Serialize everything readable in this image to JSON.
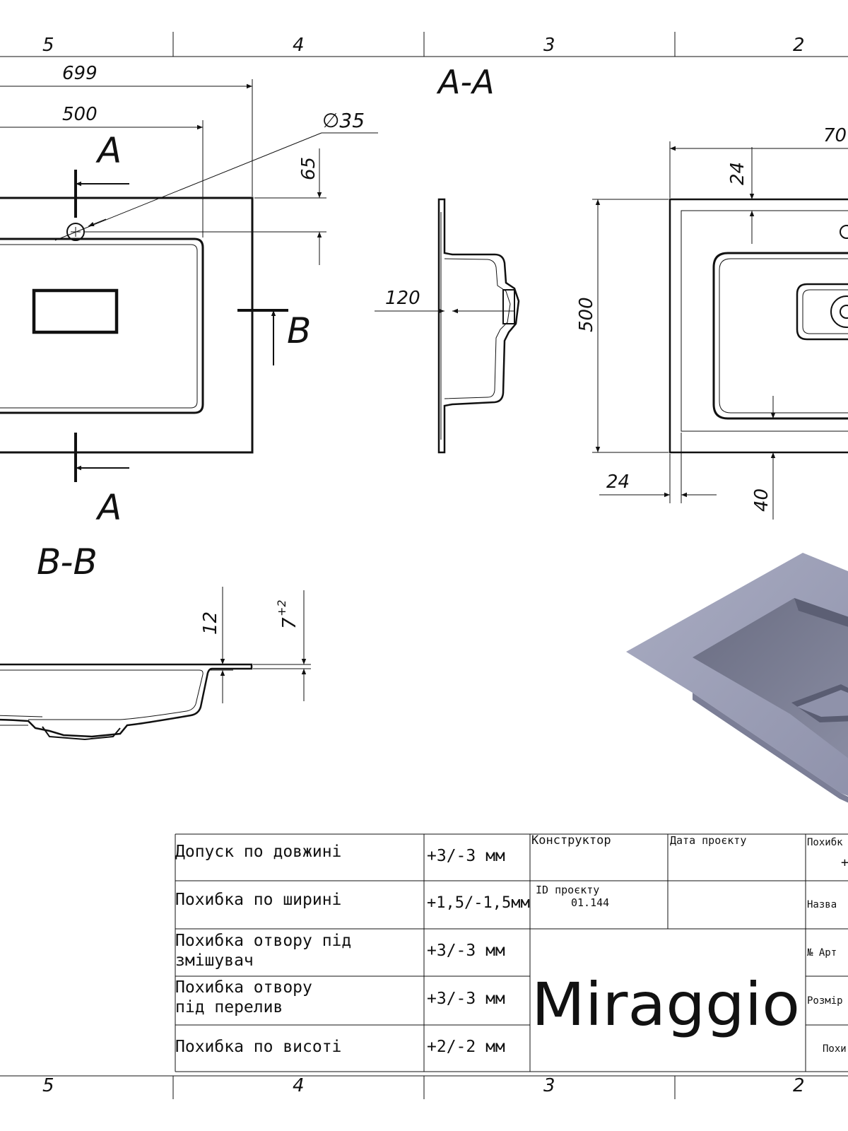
{
  "border": {
    "top_zones": [
      "5",
      "4",
      "3",
      "2"
    ],
    "bottom_zones": [
      "5",
      "4",
      "3",
      "2"
    ]
  },
  "section_labels": {
    "aa_title": "A-A",
    "bb_title": "B-B",
    "cut_a_top": "A",
    "cut_a_bottom": "A",
    "cut_b": "B"
  },
  "dimensions": {
    "width_699": "699",
    "width_500": "500",
    "hole_diameter": "∅35",
    "hole_offset_65": "65",
    "depth_120": "120",
    "side_70": "70",
    "side_24_top": "24",
    "height_500": "500",
    "side_24_bottom": "24",
    "side_40": "40",
    "rim_12": "12",
    "rim_7_base": "7",
    "rim_7_sup": "+2"
  },
  "table": {
    "rows": [
      {
        "label": "Допуск по довжині",
        "value": "+3/-3 мм"
      },
      {
        "label": "Похибка по ширині",
        "value": "+1,5/-1,5мм"
      },
      {
        "label_line1": "Похибка отвору під",
        "label_line2": "змішувач",
        "value": "+3/-3 мм"
      },
      {
        "label_line1": "Похибка отвору",
        "label_line2": "під перелив",
        "value": "+3/-3 мм"
      },
      {
        "label": "Похибка по висоті",
        "value": "+2/-2 мм"
      }
    ],
    "designer_label": "Конструктор",
    "date_label": "Дата проєкту",
    "project_id_label": "ID проєкту",
    "project_id_value": "01.144",
    "brand": "Miraggio",
    "right_col": {
      "r1": "Похибк",
      "r1b": "+",
      "r2": "Назва",
      "r3": "№ Арт",
      "r4": "Розмір",
      "r5": "Похи"
    }
  }
}
